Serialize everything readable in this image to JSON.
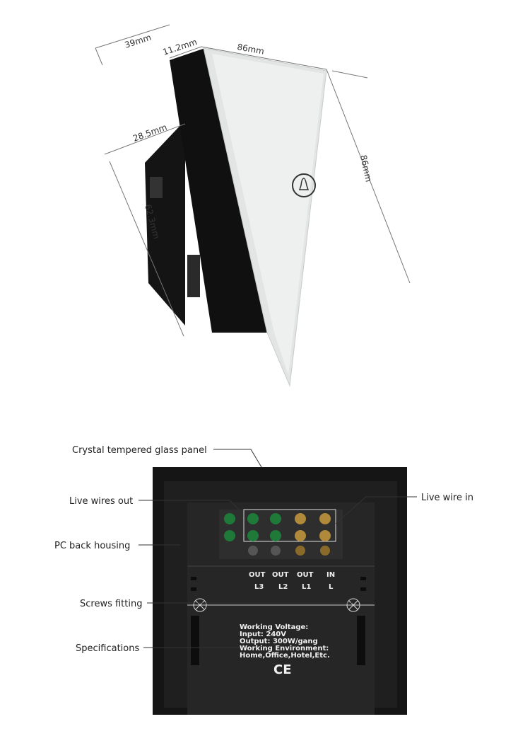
{
  "dimensions": {
    "depth_total": "39mm",
    "panel_thickness": "11.2mm",
    "width": "86mm",
    "height": "86mm",
    "back_depth": "28.5mm",
    "back_height": "62.3mm"
  },
  "callouts": {
    "glass_panel": "Crystal tempered glass panel",
    "live_wires_out": "Live wires out",
    "pc_back_housing": "PC back housing",
    "screws_fitting": "Screws fitting",
    "specifications": "Specifications",
    "live_wire_in": "Live wire in"
  },
  "terminals": [
    {
      "top": "OUT",
      "bottom": "L3"
    },
    {
      "top": "OUT",
      "bottom": "L2"
    },
    {
      "top": "OUT",
      "bottom": "L1"
    },
    {
      "top": "IN",
      "bottom": "L"
    }
  ],
  "spec_label": {
    "lines": [
      "Working Voltage:",
      "Input: 240V",
      "Output: 300W/gang",
      "Working Environment:",
      "Home,Office,Hotel,Etc."
    ],
    "mark": "CE"
  },
  "colors": {
    "housing": "#1b1b1b",
    "panel": "#e4e6e6",
    "terminal_green": "#1f7a3a",
    "terminal_brass": "#b08a3a"
  }
}
